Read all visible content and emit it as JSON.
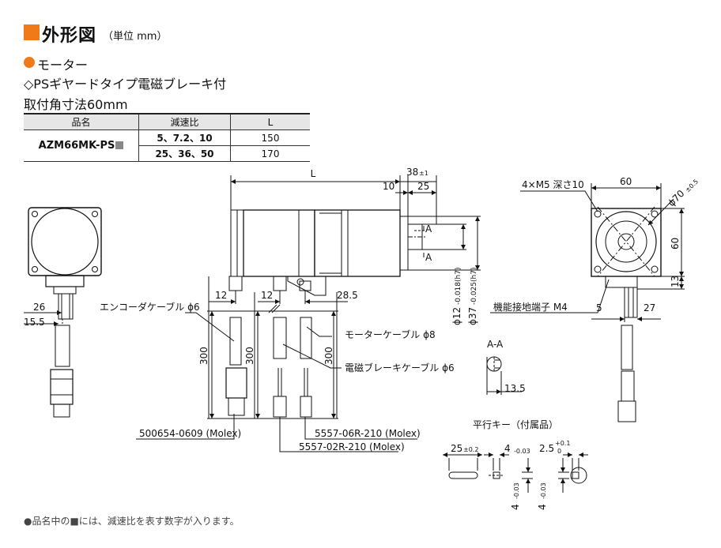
{
  "header": {
    "title": "外形図",
    "unit": "（単位 mm）"
  },
  "section": {
    "motor_label": "モーター",
    "type_label": "◇PSギヤードタイプ電磁ブレーキ付",
    "mount_label": "取付角寸法60mm"
  },
  "spec_table": {
    "col_name": "品名",
    "col_ratio": "減速比",
    "col_L": "L",
    "product": "AZM66MK-PS",
    "rows": [
      {
        "ratio": "5、7.2、10",
        "L": "150"
      },
      {
        "ratio": "25、36、50",
        "L": "170"
      }
    ]
  },
  "drawing": {
    "dim_L": "L",
    "dim_38": "38",
    "dim_38_tol": "±1",
    "dim_10": "10",
    "dim_25": "25",
    "section_A": "A",
    "phi12": "ϕ12",
    "phi12_tol": "-0.018(h7)",
    "phi37": "ϕ37",
    "phi37_tol": "-0.025(h7)",
    "dim_12a": "12",
    "dim_12b": "12",
    "dim_28_5": "28.5",
    "dim_300a": "300",
    "dim_300b": "300",
    "dim_300c": "300",
    "left_26": "26",
    "left_15_5": "15.5",
    "encoder_cable": "エンコーダケーブル ϕ6",
    "motor_cable": "モーターケーブル ϕ8",
    "brake_cable": "電磁ブレーキケーブル ϕ6",
    "conn1": "500654-0609 (Molex)",
    "conn2": "5557-06R-210 (Molex)",
    "conn3": "5557-02R-210 (Molex)",
    "holes": "4×M5 深さ10",
    "dim_60_top": "60",
    "dim_phi70": "ϕ70",
    "dim_phi70_tol": "±0.5",
    "dim_60_side": "60",
    "dim_13": "13",
    "dim_5": "5",
    "dim_27": "27",
    "ground_terminal": "機能接地端子 M4",
    "aa_label": "A-A",
    "aa_13_5": "13.5",
    "key_label": "平行キー（付属品）",
    "key_25": "25",
    "key_25_tol": "±0.2",
    "key_4": "4",
    "key_4_tol": "-0.03",
    "key_2_5": "2.5",
    "key_2_5_tol": "+0.1",
    "key_0": "0",
    "key_4v1": "4",
    "key_4v2": "4",
    "key_v_tol": "-0.03"
  },
  "footnote": "●品名中の■には、減速比を表す数字が入ります。",
  "colors": {
    "accent": "#f07a18",
    "table_head": "#e6e6e6"
  }
}
